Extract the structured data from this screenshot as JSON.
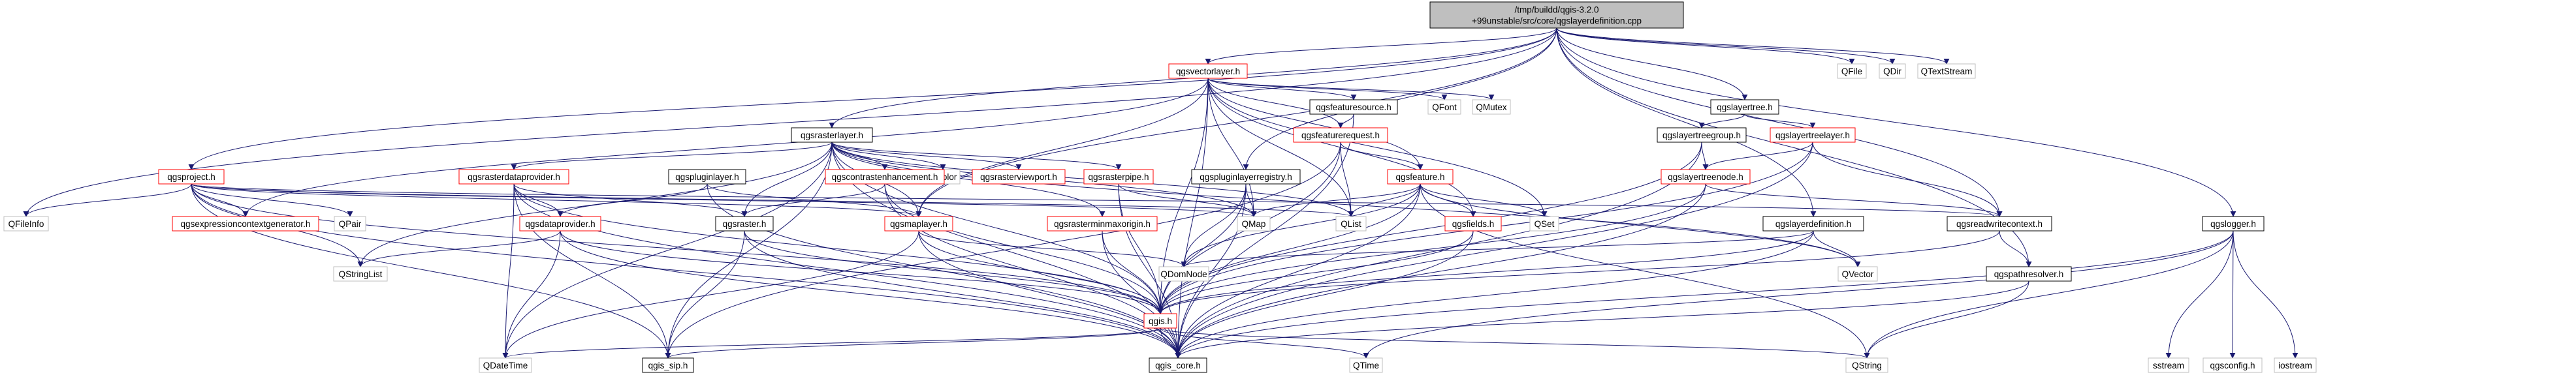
{
  "nodes": [
    {
      "id": "root",
      "lines": [
        "/tmp/buildd/qgis-3.2.0",
        "+99unstable/src/core/qgslayerdefinition.cpp"
      ],
      "style": "root"
    },
    {
      "id": "qgsvectorlayer",
      "lines": [
        "qgsvectorlayer.h"
      ],
      "style": "red"
    },
    {
      "id": "qgsrasterlayer",
      "lines": [
        "qgsrasterlayer.h"
      ],
      "style": "black"
    },
    {
      "id": "qgsfeaturesource",
      "lines": [
        "qgsfeaturesource.h"
      ],
      "style": "black"
    },
    {
      "id": "qfont",
      "lines": [
        "QFont"
      ],
      "style": "gray"
    },
    {
      "id": "qmutex",
      "lines": [
        "QMutex"
      ],
      "style": "gray"
    },
    {
      "id": "qfile",
      "lines": [
        "QFile"
      ],
      "style": "gray"
    },
    {
      "id": "qdir",
      "lines": [
        "QDir"
      ],
      "style": "gray"
    },
    {
      "id": "qtextstream",
      "lines": [
        "QTextStream"
      ],
      "style": "gray"
    },
    {
      "id": "qgslayertree",
      "lines": [
        "qgslayertree.h"
      ],
      "style": "black"
    },
    {
      "id": "qgslayertreegroup",
      "lines": [
        "qgslayertreegroup.h"
      ],
      "style": "black"
    },
    {
      "id": "qgslayertreelayer",
      "lines": [
        "qgslayertreelayer.h"
      ],
      "style": "red"
    },
    {
      "id": "qgsfeaturerequest",
      "lines": [
        "qgsfeaturerequest.h"
      ],
      "style": "red"
    },
    {
      "id": "qgsproject",
      "lines": [
        "qgsproject.h"
      ],
      "style": "red"
    },
    {
      "id": "qcolor",
      "lines": [
        "QColor"
      ],
      "style": "gray"
    },
    {
      "id": "qgsrasterviewport",
      "lines": [
        "qgsrasterviewport.h"
      ],
      "style": "red"
    },
    {
      "id": "qgsrasterdataprovider",
      "lines": [
        "qgsrasterdataprovider.h"
      ],
      "style": "red"
    },
    {
      "id": "qgspluginlayer",
      "lines": [
        "qgspluginlayer.h"
      ],
      "style": "black"
    },
    {
      "id": "qgscontrastenhancement",
      "lines": [
        "qgscontrastenhancement.h"
      ],
      "style": "red"
    },
    {
      "id": "qgsrasterpipe",
      "lines": [
        "qgsrasterpipe.h"
      ],
      "style": "red"
    },
    {
      "id": "qgspluginlayerregistry",
      "lines": [
        "qgspluginlayerregistry.h"
      ],
      "style": "black"
    },
    {
      "id": "qgsfeature",
      "lines": [
        "qgsfeature.h"
      ],
      "style": "red"
    },
    {
      "id": "qgslayertreenode",
      "lines": [
        "qgslayertreenode.h"
      ],
      "style": "red"
    },
    {
      "id": "qfileinfo",
      "lines": [
        "QFileInfo"
      ],
      "style": "gray"
    },
    {
      "id": "qgsexpressioncontextgenerator",
      "lines": [
        "qgsexpressioncontextgenerator.h"
      ],
      "style": "red"
    },
    {
      "id": "qpair",
      "lines": [
        "QPair"
      ],
      "style": "gray"
    },
    {
      "id": "qgsdataprovider",
      "lines": [
        "qgsdataprovider.h"
      ],
      "style": "red"
    },
    {
      "id": "qgsraster",
      "lines": [
        "qgsraster.h"
      ],
      "style": "black"
    },
    {
      "id": "qgsmaplayer",
      "lines": [
        "qgsmaplayer.h"
      ],
      "style": "red"
    },
    {
      "id": "qgsrasterminmaxorigin",
      "lines": [
        "qgsrasterminmaxorigin.h"
      ],
      "style": "red"
    },
    {
      "id": "qmap",
      "lines": [
        "QMap"
      ],
      "style": "gray"
    },
    {
      "id": "qlist",
      "lines": [
        "QList"
      ],
      "style": "gray"
    },
    {
      "id": "qgsfields",
      "lines": [
        "qgsfields.h"
      ],
      "style": "red"
    },
    {
      "id": "qset",
      "lines": [
        "QSet"
      ],
      "style": "gray"
    },
    {
      "id": "qgslayerdefinition",
      "lines": [
        "qgslayerdefinition.h"
      ],
      "style": "black"
    },
    {
      "id": "qgsreadwritecontext",
      "lines": [
        "qgsreadwritecontext.h"
      ],
      "style": "black"
    },
    {
      "id": "qgslogger",
      "lines": [
        "qgslogger.h"
      ],
      "style": "black"
    },
    {
      "id": "qstringlist",
      "lines": [
        "QStringList"
      ],
      "style": "gray"
    },
    {
      "id": "qdomnode",
      "lines": [
        "QDomNode"
      ],
      "style": "gray"
    },
    {
      "id": "qvector",
      "lines": [
        "QVector"
      ],
      "style": "gray"
    },
    {
      "id": "qgspathresolver",
      "lines": [
        "qgspathresolver.h"
      ],
      "style": "black"
    },
    {
      "id": "qgis",
      "lines": [
        "qgis.h"
      ],
      "style": "red"
    },
    {
      "id": "qdatetime",
      "lines": [
        "QDateTime"
      ],
      "style": "gray"
    },
    {
      "id": "qgis_sip",
      "lines": [
        "qgis_sip.h"
      ],
      "style": "black"
    },
    {
      "id": "qgis_core",
      "lines": [
        "qgis_core.h"
      ],
      "style": "black"
    },
    {
      "id": "qtime",
      "lines": [
        "QTime"
      ],
      "style": "gray"
    },
    {
      "id": "qstring",
      "lines": [
        "QString"
      ],
      "style": "gray"
    },
    {
      "id": "sstream",
      "lines": [
        "sstream"
      ],
      "style": "gray"
    },
    {
      "id": "qgsconfig",
      "lines": [
        "qgsconfig.h"
      ],
      "style": "gray"
    },
    {
      "id": "iostream",
      "lines": [
        "iostream"
      ],
      "style": "gray"
    }
  ],
  "edges": [
    [
      "root",
      "qgsvectorlayer"
    ],
    [
      "root",
      "qgsrasterlayer"
    ],
    [
      "root",
      "qgsproject"
    ],
    [
      "root",
      "qgsmaplayer"
    ],
    [
      "root",
      "qgspluginlayerregistry"
    ],
    [
      "root",
      "qgslayertree"
    ],
    [
      "root",
      "qgslayerdefinition"
    ],
    [
      "root",
      "qgsreadwritecontext"
    ],
    [
      "root",
      "qgslogger"
    ],
    [
      "root",
      "qgspathresolver"
    ],
    [
      "root",
      "qfile"
    ],
    [
      "root",
      "qdir"
    ],
    [
      "root",
      "qtextstream"
    ],
    [
      "root",
      "qfileinfo"
    ],
    [
      "qgsvectorlayer",
      "qgsfeaturesource"
    ],
    [
      "qgsvectorlayer",
      "qfont"
    ],
    [
      "qgsvectorlayer",
      "qmutex"
    ],
    [
      "qgsvectorlayer",
      "qgsfeaturerequest"
    ],
    [
      "qgsvectorlayer",
      "qgsfeature"
    ],
    [
      "qgsvectorlayer",
      "qgsfields"
    ],
    [
      "qgsvectorlayer",
      "qmap"
    ],
    [
      "qgsvectorlayer",
      "qlist"
    ],
    [
      "qgsvectorlayer",
      "qset"
    ],
    [
      "qgsvectorlayer",
      "qgis"
    ],
    [
      "qgsvectorlayer",
      "qgis_core"
    ],
    [
      "qgsvectorlayer",
      "qgsmaplayer"
    ],
    [
      "qgsvectorlayer",
      "qgsexpressioncontextgenerator"
    ],
    [
      "qgsfeaturesource",
      "qgsfeaturerequest"
    ],
    [
      "qgsfeaturesource",
      "qgis_core"
    ],
    [
      "qgsfeaturerequest",
      "qgsfeature"
    ],
    [
      "qgsfeaturerequest",
      "qlist"
    ],
    [
      "qgsfeaturerequest",
      "qgis"
    ],
    [
      "qgsfeaturerequest",
      "qgis_sip"
    ],
    [
      "qgsrasterlayer",
      "qcolor"
    ],
    [
      "qgsrasterlayer",
      "qgsrasterviewport"
    ],
    [
      "qgsrasterlayer",
      "qgsrasterdataprovider"
    ],
    [
      "qgsrasterlayer",
      "qgscontrastenhancement"
    ],
    [
      "qgsrasterlayer",
      "qgsrasterpipe"
    ],
    [
      "qgsrasterlayer",
      "qgsraster"
    ],
    [
      "qgsrasterlayer",
      "qgsmaplayer"
    ],
    [
      "qgsrasterlayer",
      "qgsrasterminmaxorigin"
    ],
    [
      "qgsrasterlayer",
      "qmap"
    ],
    [
      "qgsrasterlayer",
      "qlist"
    ],
    [
      "qgsrasterlayer",
      "qvector"
    ],
    [
      "qgsrasterlayer",
      "qgis"
    ],
    [
      "qgsrasterlayer",
      "qgis_core"
    ],
    [
      "qgsrasterlayer",
      "qdatetime"
    ],
    [
      "qgsrasterlayer",
      "qstringlist"
    ],
    [
      "qgsrasterlayer",
      "qgis_sip"
    ],
    [
      "qgsproject",
      "qfileinfo"
    ],
    [
      "qgsproject",
      "qgsexpressioncontextgenerator"
    ],
    [
      "qgsproject",
      "qpair"
    ],
    [
      "qgsproject",
      "qgsmaplayer"
    ],
    [
      "qgsproject",
      "qgsreadwritecontext"
    ],
    [
      "qgsproject",
      "qstringlist"
    ],
    [
      "qgsproject",
      "qgis"
    ],
    [
      "qgsproject",
      "qgis_core"
    ],
    [
      "qgsproject",
      "qgis_sip"
    ],
    [
      "qgsproject",
      "qlist"
    ],
    [
      "qgsproject",
      "qmap"
    ],
    [
      "qgsrasterdataprovider",
      "qgsdataprovider"
    ],
    [
      "qgsrasterdataprovider",
      "qgsraster"
    ],
    [
      "qgsrasterdataprovider",
      "qgis"
    ],
    [
      "qgsrasterdataprovider",
      "qgis_core"
    ],
    [
      "qgsrasterdataprovider",
      "qdatetime"
    ],
    [
      "qgsrasterdataprovider",
      "qgis_sip"
    ],
    [
      "qgspluginlayer",
      "qgsmaplayer"
    ],
    [
      "qgspluginlayer",
      "qgsdataprovider"
    ],
    [
      "qgspluginlayer",
      "qgis_core"
    ],
    [
      "qgscontrastenhancement",
      "qgsraster"
    ],
    [
      "qgscontrastenhancement",
      "qgis"
    ],
    [
      "qgscontrastenhancement",
      "qgis_core"
    ],
    [
      "qgsrasterpipe",
      "qmap"
    ],
    [
      "qgsrasterpipe",
      "qgis"
    ],
    [
      "qgsrasterpipe",
      "qgis_core"
    ],
    [
      "qgspluginlayerregistry",
      "qmap"
    ],
    [
      "qgspluginlayerregistry",
      "qdomnode"
    ],
    [
      "qgspluginlayerregistry",
      "qgis"
    ],
    [
      "qgspluginlayerregistry",
      "qgis_core"
    ],
    [
      "qgsfeature",
      "qmap"
    ],
    [
      "qgsfeature",
      "qlist"
    ],
    [
      "qgsfeature",
      "qgsfields"
    ],
    [
      "qgsfeature",
      "qset"
    ],
    [
      "qgsfeature",
      "qvector"
    ],
    [
      "qgsfeature",
      "qgis"
    ],
    [
      "qgsfeature",
      "qgis_core"
    ],
    [
      "qgsfeature",
      "qstring"
    ],
    [
      "qgsfeature",
      "qdomnode"
    ],
    [
      "qgslayertree",
      "qgslayertreegroup"
    ],
    [
      "qgslayertree",
      "qgslayertreelayer"
    ],
    [
      "qgslayertreegroup",
      "qgslayertreenode"
    ],
    [
      "qgslayertreegroup",
      "qgis_core"
    ],
    [
      "qgslayertreegroup",
      "qgis"
    ],
    [
      "qgslayertreelayer",
      "qgslayertreenode"
    ],
    [
      "qgslayertreelayer",
      "qgsreadwritecontext"
    ],
    [
      "qgslayertreelayer",
      "qgis_core"
    ],
    [
      "qgslayertreelayer",
      "qgis"
    ],
    [
      "qgslayertreenode",
      "qgsreadwritecontext"
    ],
    [
      "qgslayertreenode",
      "qgis"
    ],
    [
      "qgslayertreenode",
      "qgis_core"
    ],
    [
      "qgsdataprovider",
      "qstringlist"
    ],
    [
      "qgsdataprovider",
      "qdatetime"
    ],
    [
      "qgsdataprovider",
      "qgis"
    ],
    [
      "qgsdataprovider",
      "qgis_core"
    ],
    [
      "qgsraster",
      "qgis"
    ],
    [
      "qgsraster",
      "qgis_core"
    ],
    [
      "qgsraster",
      "qgis_sip"
    ],
    [
      "qgsmaplayer",
      "qgis"
    ],
    [
      "qgsmaplayer",
      "qgis_core"
    ],
    [
      "qgsmaplayer",
      "qdomnode"
    ],
    [
      "qgsmaplayer",
      "qdatetime"
    ],
    [
      "qgsrasterminmaxorigin",
      "qgis"
    ],
    [
      "qgsrasterminmaxorigin",
      "qgis_core"
    ],
    [
      "qgsfields",
      "qgis"
    ],
    [
      "qgsfields",
      "qgis_core"
    ],
    [
      "qgslayerdefinition",
      "qgis"
    ],
    [
      "qgslayerdefinition",
      "qgis_core"
    ],
    [
      "qgslayerdefinition",
      "qvector"
    ],
    [
      "qgslayerdefinition",
      "qdomnode"
    ],
    [
      "qgsreadwritecontext",
      "qgspathresolver"
    ],
    [
      "qgsreadwritecontext",
      "qgis"
    ],
    [
      "qgspathresolver",
      "qgis_core"
    ],
    [
      "qgspathresolver",
      "qstring"
    ],
    [
      "qgslogger",
      "qgis_core"
    ],
    [
      "qgslogger",
      "qstring"
    ],
    [
      "qgslogger",
      "qtime"
    ],
    [
      "qgslogger",
      "sstream"
    ],
    [
      "qgslogger",
      "qgsconfig"
    ],
    [
      "qgslogger",
      "iostream"
    ],
    [
      "qgis",
      "qgis_sip"
    ],
    [
      "qgis",
      "qgis_core"
    ],
    [
      "qgis",
      "qstring"
    ],
    [
      "qgis",
      "qtime"
    ],
    [
      "qgis",
      "qdatetime"
    ]
  ]
}
